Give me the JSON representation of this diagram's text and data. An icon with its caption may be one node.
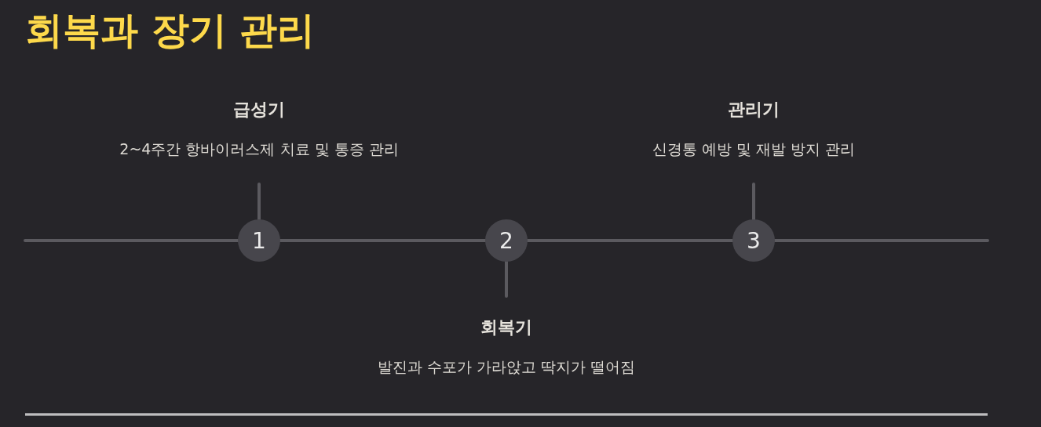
{
  "diagram": {
    "title": "회복과 장기 관리",
    "nodes": [
      {
        "text": [
          "급성기",
          "2~4주간 항바이러스제 치료 및 통증 관리"
        ]
      },
      {
        "text": [
          "관리기",
          "신경통 예방 및 재발 방지 관리"
        ]
      },
      {
        "text": [
          "1"
        ]
      },
      {
        "text": [
          "2"
        ]
      },
      {
        "text": [
          "3"
        ]
      },
      {
        "text": [
          "회복기",
          "발진과 수포가 가라앉고 딱지가 떨어짐"
        ]
      }
    ],
    "edges": [
      {
        "from": 2,
        "to": 0,
        "arrow": "none"
      },
      {
        "from": 4,
        "to": 1,
        "arrow": "none"
      },
      {
        "from": null,
        "to": 2,
        "arrow": "none"
      },
      {
        "from": 2,
        "to": 3,
        "arrow": "none"
      },
      {
        "from": 3,
        "to": 4,
        "arrow": "none"
      },
      {
        "from": 4,
        "to": null,
        "arrow": "none"
      },
      {
        "from": 3,
        "to": 5,
        "arrow": "none"
      }
    ]
  }
}
